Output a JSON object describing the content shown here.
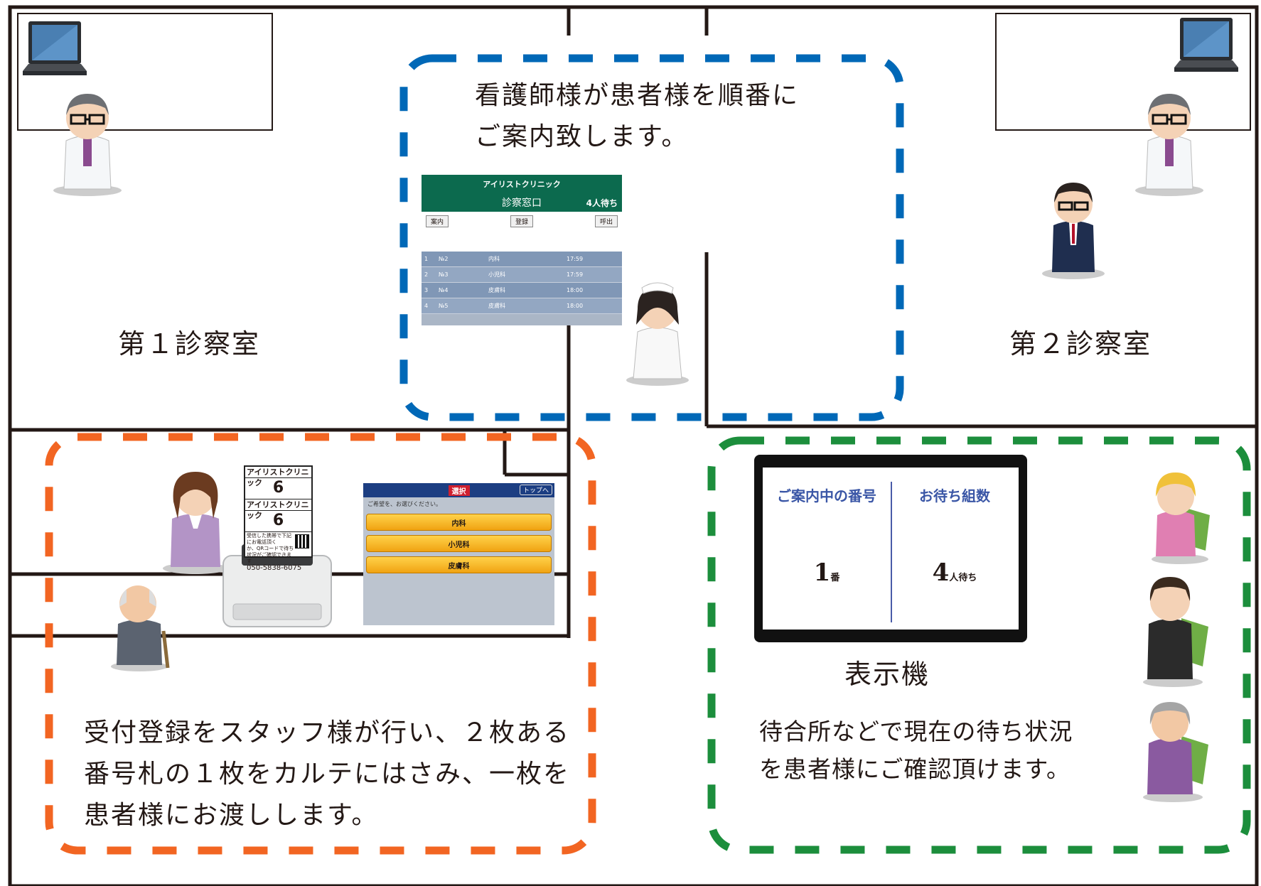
{
  "rooms": {
    "room1_label": "第１診察室",
    "room2_label": "第２診察室"
  },
  "nurse_step": {
    "line1": "看護師様が患者様を順番に",
    "line2": "ご案内致します。"
  },
  "nurse_tablet": {
    "app_title": "アイリストクリニック",
    "screen_title": "診察窓口",
    "waiting_count": "4人待ち",
    "buttons": [
      "案内",
      "登録",
      "呼出"
    ],
    "rows": [
      {
        "no": "1",
        "num": "№2",
        "dept": "内科",
        "time": "17:59"
      },
      {
        "no": "2",
        "num": "№3",
        "dept": "小児科",
        "time": "17:59"
      },
      {
        "no": "3",
        "num": "№4",
        "dept": "皮膚科",
        "time": "18:00"
      },
      {
        "no": "4",
        "num": "№5",
        "dept": "皮膚科",
        "time": "18:00"
      }
    ]
  },
  "ticket": {
    "clinic": "アイリストクリニック",
    "number": "6",
    "tel": "050-5838-6075",
    "note_line1": "受信した携帯で下記にお電話頂く",
    "note_line2": "か、QRコードで待ち状況がご確認できます"
  },
  "reception_tablet": {
    "selected": "選択",
    "top_button": "トップへ",
    "hint": "ご希望を、お選びください。",
    "departments": [
      "内科",
      "小児科",
      "皮膚科"
    ]
  },
  "reception_step": {
    "line1": "受付登録をスタッフ様が行い、２枚ある",
    "line2": "番号札の１枚をカルテにはさみ、一枚を",
    "line3": "患者様にお渡しします。"
  },
  "display": {
    "header_now": "ご案内中の番号",
    "header_wait": "お待ち組数",
    "current_number": "1",
    "current_suffix": "番",
    "waiting_number": "4",
    "waiting_suffix": "人待ち",
    "device_label": "表示機"
  },
  "display_step": {
    "line1": "待合所などで現在の待ち状況",
    "line2": "を患者様にご確認頂けます。"
  },
  "colors": {
    "nurse_frame": "#0068b7",
    "reception_frame": "#f26522",
    "display_frame": "#1c8e3c",
    "walls": "#231815"
  },
  "icons": [
    "laptop-icon",
    "doctor-icon",
    "businessman-icon",
    "nurse-icon",
    "receptionist-icon",
    "elderly-man-icon",
    "printer-icon",
    "student-girl-icon",
    "student-boy-icon",
    "elderly-woman-icon",
    "chair-icon"
  ]
}
